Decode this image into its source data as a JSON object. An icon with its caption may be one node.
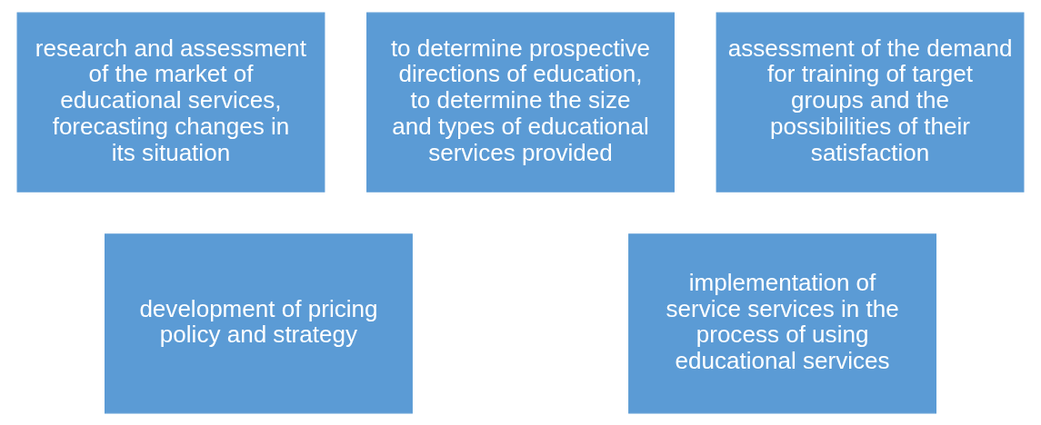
{
  "diagram": {
    "nodes": [
      {
        "text": [
          "research and assessment of the market of educational services, forecasting changes in its situation"
        ]
      },
      {
        "text": [
          "to determine prospective directions of education, to determine the size and types of educational services provided"
        ]
      },
      {
        "text": [
          "assessment of the demand for training of target groups and the possibilities of their satisfaction"
        ]
      },
      {
        "text": [
          "development of pricing policy and strategy"
        ]
      },
      {
        "text": [
          "implementation of service services in the process of using educational services"
        ]
      }
    ],
    "edges": []
  }
}
